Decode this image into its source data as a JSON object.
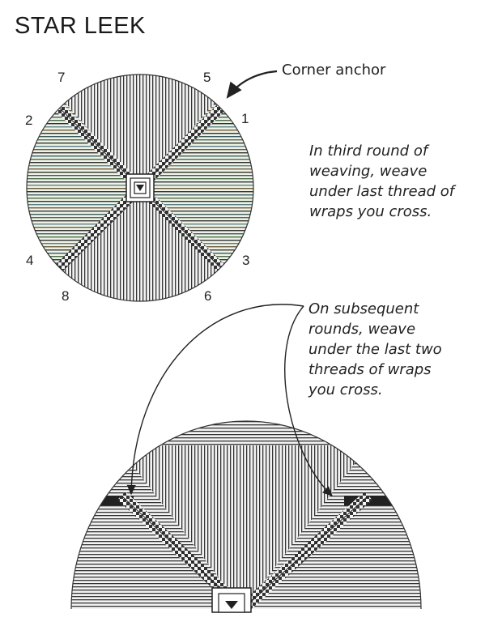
{
  "title": "STAR LEEK",
  "corner_label": "Corner anchor",
  "note_third_round": "In third round of\nweaving, weave\nunder last thread of\nwraps you cross.",
  "note_subsequent": "On subsequent\nrounds, weave\nunder the last two\nthreads of wraps\nyou cross.",
  "numbers": [
    "7",
    "5",
    "2",
    "1",
    "4",
    "3",
    "8",
    "6"
  ],
  "colors": {
    "ink": "#222222",
    "accent_teal": "#7bb8c4",
    "accent_green": "#b8c98a",
    "accent_gold": "#d8c38a",
    "accent_pink": "#c9a3b8"
  }
}
